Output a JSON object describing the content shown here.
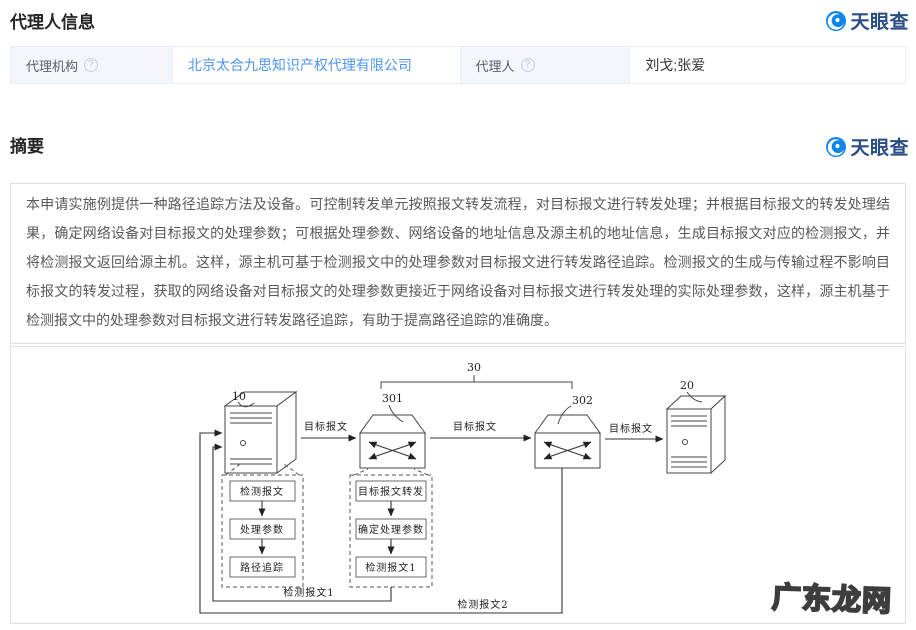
{
  "brand": {
    "name": "天眼查"
  },
  "agent": {
    "title": "代理人信息",
    "help_glyph": "?",
    "rows": [
      {
        "label": "代理机构",
        "value": "北京太合九思知识产权代理有限公司"
      },
      {
        "label": "代理人",
        "value": "刘戈;张爱"
      }
    ]
  },
  "abstract": {
    "title": "摘要",
    "text": "本申请实施例提供一种路径追踪方法及设备。可控制转发单元按照报文转发流程，对目标报文进行转发处理；并根据目标报文的转发处理结果，确定网络设备对目标报文的处理参数；可根据处理参数、网络设备的地址信息及源主机的地址信息，生成目标报文对应的检测报文，并将检测报文返回给源主机。这样，源主机可基于检测报文中的处理参数对目标报文进行转发路径追踪。检测报文的生成与传输过程不影响目标报文的转发过程，获取的网络设备对目标报文的处理参数更接近于网络设备对目标报文进行转发处理的实际处理参数，这样，源主机基于检测报文中的处理参数对目标报文进行转发路径追踪，有助于提高路径追踪的准确度。"
  },
  "diagram": {
    "source_host_ref": "10",
    "dest_host_ref": "20",
    "network_ref": "30",
    "switch1_ref": "301",
    "switch2_ref": "302",
    "target_packet_label": "目标报文",
    "host_steps": [
      "检测报文",
      "处理参数",
      "路径追踪"
    ],
    "switch_steps": [
      "目标报文转发",
      "确定处理参数",
      "检测报文1"
    ],
    "return_label_1": "检测报文1",
    "return_label_2": "检测报文2"
  },
  "watermark": {
    "text": "广东龙网"
  },
  "colors": {
    "link": "#4d96f2",
    "brand_icon": "#0d86ea",
    "brand_text": "#2a4d85",
    "label_cell_bg": "#f3f7fb",
    "table_border": "#eaeff5",
    "box_border": "#e0e0e0"
  }
}
